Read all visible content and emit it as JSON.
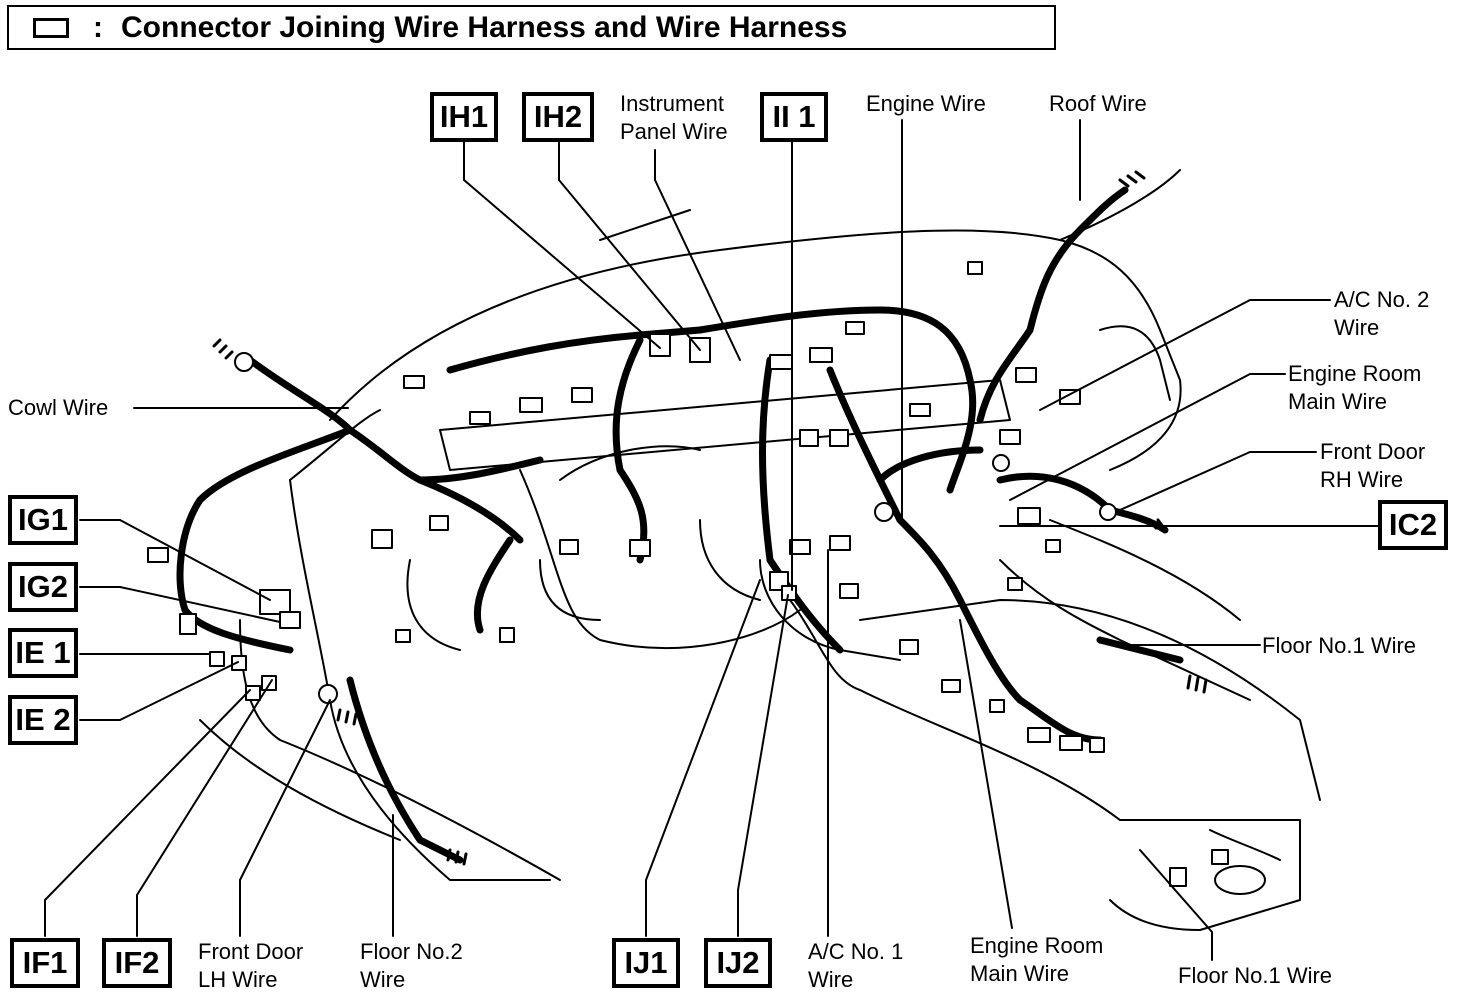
{
  "header": {
    "title": "Connector Joining Wire Harness and Wire Harness",
    "legend_symbol": "rectangle-box-icon",
    "colon": ":"
  },
  "connectors": {
    "IH1": "IH1",
    "IH2": "IH2",
    "II1": "II 1",
    "IG1": "IG1",
    "IG2": "IG2",
    "IE1": "IE 1",
    "IE2": "IE 2",
    "IC2": "IC2",
    "IF1": "IF1",
    "IF2": "IF2",
    "IJ1": "IJ1",
    "IJ2": "IJ2"
  },
  "wire_labels": {
    "instrument_panel_wire": "Instrument\nPanel Wire",
    "engine_wire": "Engine Wire",
    "roof_wire": "Roof Wire",
    "ac_no2_wire": "A/C No. 2\nWire",
    "engine_room_main_wire_top": "Engine Room\nMain Wire",
    "front_door_rh_wire": "Front Door\nRH Wire",
    "cowl_wire": "Cowl Wire",
    "floor_no1_wire_mid": "Floor No.1 Wire",
    "front_door_lh_wire": "Front Door\nLH Wire",
    "floor_no2_wire": "Floor No.2\nWire",
    "ac_no1_wire": "A/C No. 1\nWire",
    "engine_room_main_wire_bottom": "Engine Room\nMain Wire",
    "floor_no1_wire_bottom": "Floor No.1 Wire"
  },
  "colors": {
    "ink": "#000000",
    "paper": "#ffffff"
  }
}
